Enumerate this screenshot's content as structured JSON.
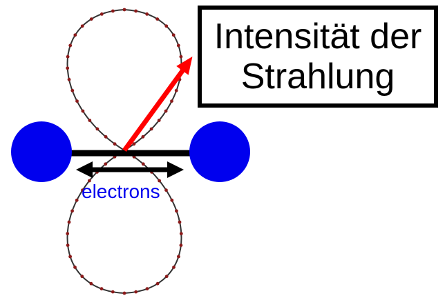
{
  "title_box": {
    "line1": "Intensität der",
    "line2": "Strahlung"
  },
  "electrons_label": "electrons",
  "colors": {
    "atom": "#0000ee",
    "arrow": "#ff0000",
    "outline": "#000000",
    "lobe_markers": "#8b1a1a",
    "electrons_text": "#0000ee"
  }
}
